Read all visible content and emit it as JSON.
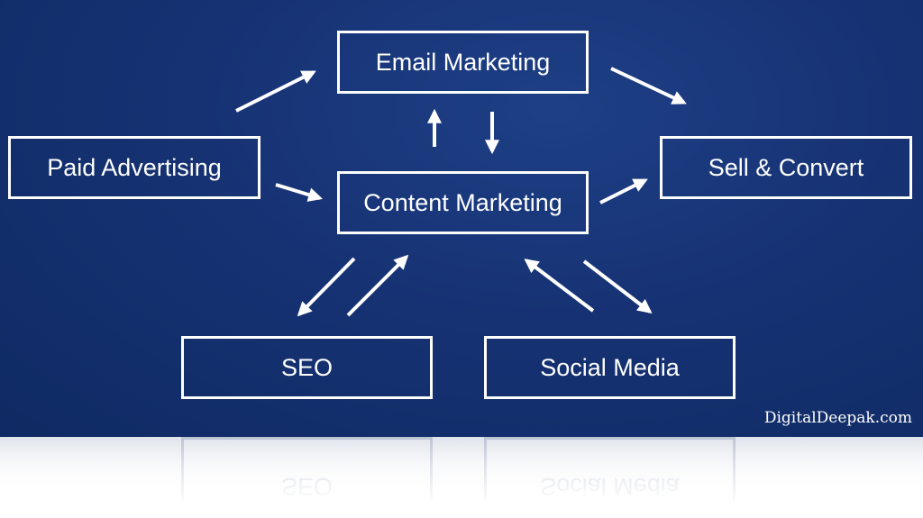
{
  "nodes": {
    "email": "Email Marketing",
    "paid": "Paid Advertising",
    "content": "Content Marketing",
    "sell": "Sell & Convert",
    "seo": "SEO",
    "social": "Social Media"
  },
  "watermark": "DigitalDeepak.com",
  "edges": [
    {
      "from": "Paid Advertising",
      "to": "Email Marketing"
    },
    {
      "from": "Paid Advertising",
      "to": "Content Marketing"
    },
    {
      "from": "Content Marketing",
      "to": "Email Marketing"
    },
    {
      "from": "Email Marketing",
      "to": "Content Marketing"
    },
    {
      "from": "Email Marketing",
      "to": "Sell & Convert"
    },
    {
      "from": "Content Marketing",
      "to": "Sell & Convert"
    },
    {
      "from": "Content Marketing",
      "to": "SEO"
    },
    {
      "from": "SEO",
      "to": "Content Marketing"
    },
    {
      "from": "Social Media",
      "to": "Content Marketing"
    },
    {
      "from": "Content Marketing",
      "to": "Social Media"
    }
  ],
  "colors": {
    "background": "#163273",
    "stroke": "#ffffff"
  }
}
